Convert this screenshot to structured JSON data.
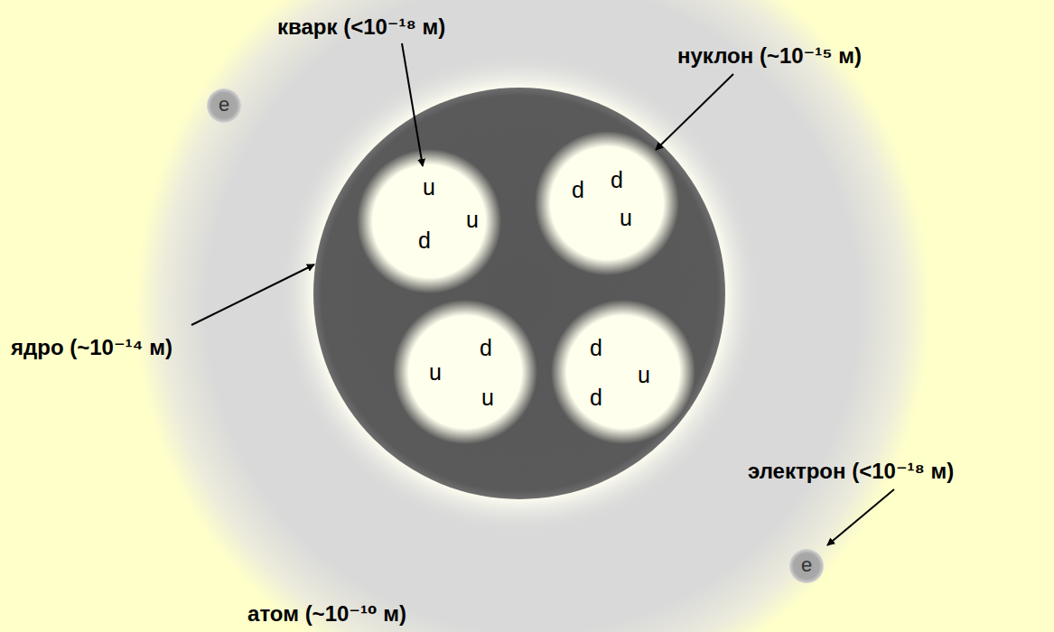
{
  "diagram": {
    "nodes": [
      {
        "text": [
          "атом (~10⁻¹⁰ м)"
        ]
      },
      {
        "text": [
          "e"
        ],
        "in": 0
      },
      {
        "text": [],
        "in": 0
      },
      {
        "text": [
          "u",
          "u",
          "d"
        ],
        "in": 2
      },
      {
        "text": [
          "d",
          "d",
          "u"
        ],
        "in": 2
      },
      {
        "text": [
          "d",
          "u",
          "u"
        ],
        "in": 2
      },
      {
        "text": [
          "d",
          "u",
          "d"
        ],
        "in": 2
      },
      {
        "text": [
          "e"
        ],
        "in": 0
      }
    ],
    "edges": [],
    "labels": [
      "кварк (<10⁻¹⁸ м)",
      "нуклон (~10⁻¹⁵ м)",
      "ядро (~10⁻¹⁴ м)",
      "электрон (<10⁻¹⁸ м)"
    ]
  }
}
